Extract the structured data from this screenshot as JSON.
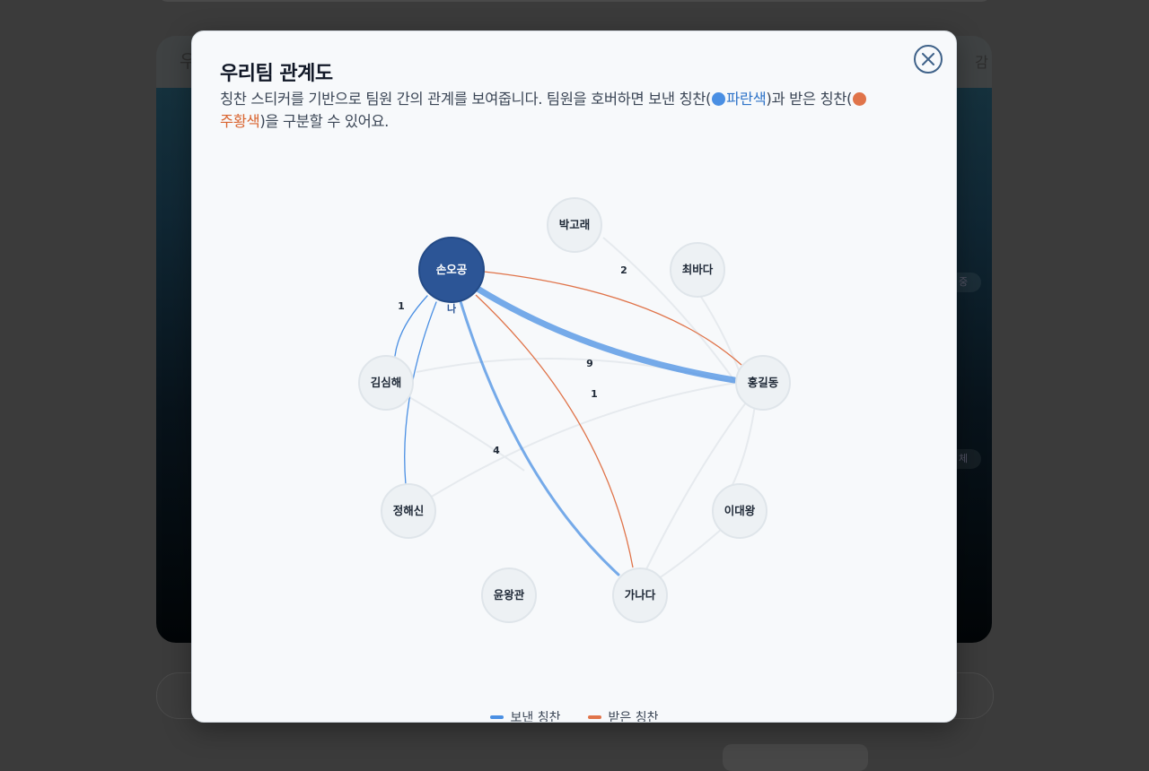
{
  "background": {
    "left_label": "우",
    "right_label": "감",
    "pill_1": "중",
    "pill_2": "체"
  },
  "modal": {
    "title": "우리팀 관계도",
    "desc_part1": "칭찬 스티커를 기반으로 팀원 간의 관계를 보여줍니다. 팀원을 호버하면 보낸 칭찬(",
    "desc_blue": "파란색",
    "desc_part2": ")과 받은 칭찬(",
    "desc_orange": "주황색",
    "desc_part3": ")을 구분할 수 있어요.",
    "close_label": "×"
  },
  "graph": {
    "me_tag": "나",
    "nodes": [
      {
        "id": "son",
        "name": "손오공",
        "is_me": true
      },
      {
        "id": "park",
        "name": "박고래"
      },
      {
        "id": "choi",
        "name": "최바다"
      },
      {
        "id": "hong",
        "name": "홍길동"
      },
      {
        "id": "lee",
        "name": "이대왕"
      },
      {
        "id": "ga",
        "name": "가나다"
      },
      {
        "id": "yoon",
        "name": "윤왕관"
      },
      {
        "id": "jeong",
        "name": "정해신"
      },
      {
        "id": "kim",
        "name": "김심해"
      }
    ],
    "edge_labels": [
      "1",
      "2",
      "9",
      "1",
      "4"
    ]
  },
  "legend": {
    "sent": "보낸 칭찬",
    "received": "받은 칭찬"
  },
  "colors": {
    "sent": "#4a8fe3",
    "received": "#e0744a",
    "me_node": "#2c5596"
  }
}
